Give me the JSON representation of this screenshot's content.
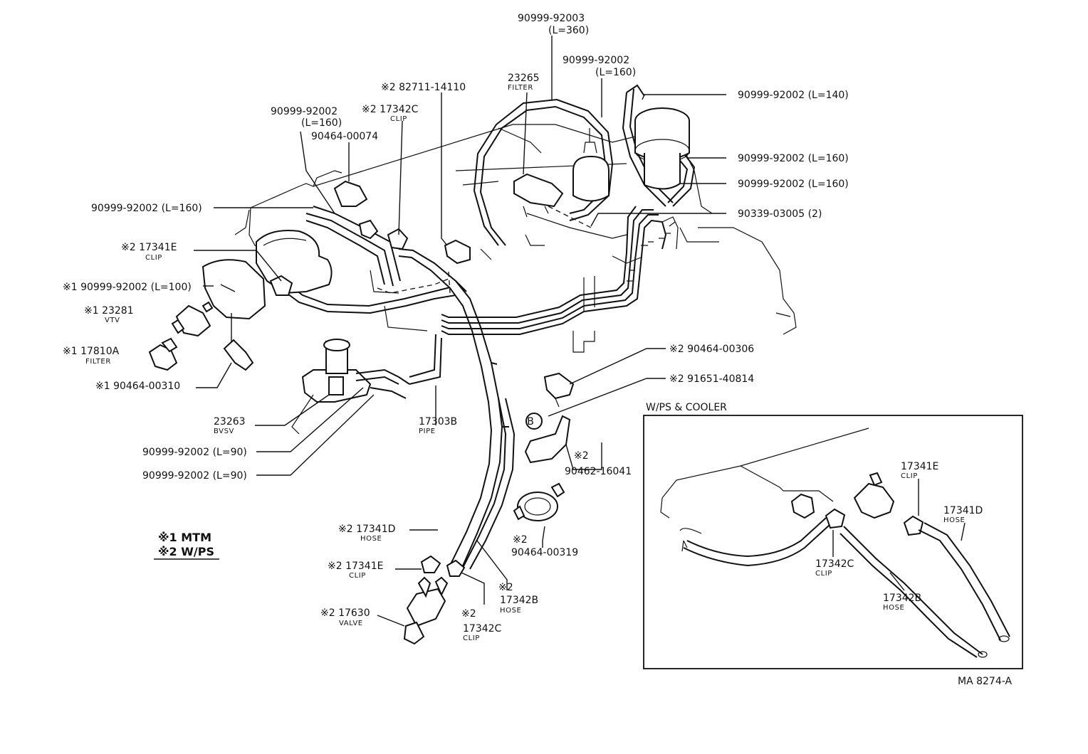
{
  "labels": {
    "p90999_92003": "90999-92003",
    "p90999_92003_len": "(L=360)",
    "p90999_92002_top": "90999-92002",
    "p90999_92002_top_len": "(L=160)",
    "p23265": "23265",
    "p23265_sub": "FILTER",
    "p82711": "※2  82711-14110",
    "p90999_92002_r140": "90999-92002 (L=140)",
    "p90999_92002_left": "90999-92002",
    "p90999_92002_left_len": "(L=160)",
    "p17342C_top": "※2 17342C",
    "p17342C_top_sub": "CLIP",
    "p90999_92002_r160a": "90999-92002 (L=160)",
    "p90464_00074": "90464-00074",
    "p90999_92002_r160b": "90999-92002 (L=160)",
    "p90999_92002_l160": "90999-92002 (L=160)",
    "p90339": "90339-03005 (2)",
    "p17341E_left": "※2  17341E",
    "p17341E_left_sub": "CLIP",
    "p90999_92002_l100": "※1 90999-92002 (L=100)",
    "p23281": "※1 23281",
    "p23281_sub": "VTV",
    "p17810A": "※1  17810A",
    "p17810A_sub": "FILTER",
    "p90464_00310": "※1  90464-00310",
    "p90464_00306": "※2  90464-00306",
    "p91651": "※2  91651-40814",
    "p23263": "23263",
    "p23263_sub": "BVSV",
    "p17303B": "17303B",
    "p17303B_sub": "PIPE",
    "p90999_92002_l90a": "90999-92002 (L=90)",
    "p90999_92002_l90b": "90999-92002 (L=90)",
    "p90462_mark": "※2",
    "p90462": "90462-16041",
    "p90464_00319_mark": "※2",
    "p90464_00319": "90464-00319",
    "p17341D": "※2  17341D",
    "p17341D_sub": "HOSE",
    "p17341E_bottom": "※2  17341E",
    "p17341E_bottom_sub": "CLIP",
    "p17342B_mark": "※2",
    "p17342B": "17342B",
    "p17342B_sub": "HOSE",
    "p17630": "※2  17630",
    "p17630_sub": "VALVE",
    "p17342C_bottom_mark": "※2",
    "p17342C_bottom": "17342C",
    "p17342C_bottom_sub": "CLIP",
    "callout_b": "B"
  },
  "legend": {
    "item1": "※1  MTM",
    "item2": "※2  W/PS"
  },
  "inset": {
    "title": "W/PS & COOLER",
    "p17341E": "17341E",
    "p17341E_sub": "CLIP",
    "p17341D": "17341D",
    "p17341D_sub": "HOSE",
    "p17342C": "17342C",
    "p17342C_sub": "CLIP",
    "p17342B": "17342B",
    "p17342B_sub": "HOSE"
  },
  "figure_id": "MA 8274-A"
}
